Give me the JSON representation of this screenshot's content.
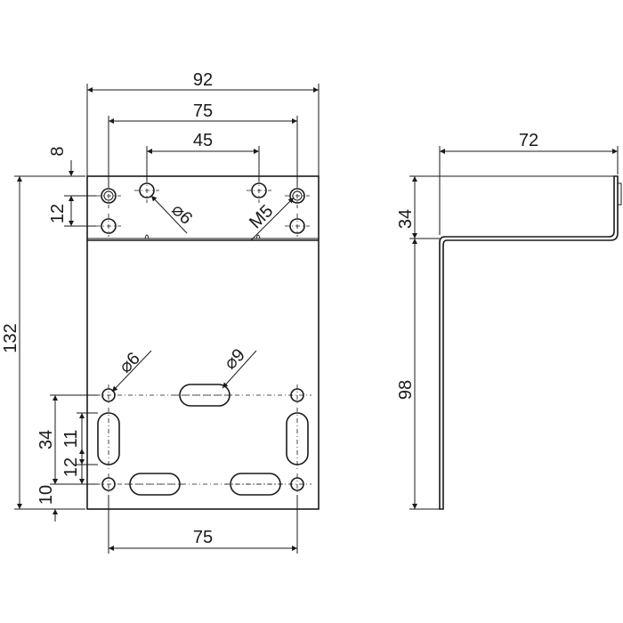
{
  "front_view": {
    "width_total": "92",
    "hole_spacing_top": "75",
    "hole_spacing_inner": "45",
    "top_offset": "8",
    "row_spacing": "12",
    "height_total": "132",
    "hole_dia_top": "⌀6",
    "thread_top": "M5",
    "hole_dia_lower": "⌀6",
    "slot_width": "⌀9",
    "slot_span": "34",
    "slot_length": "11",
    "slot_offset": "12",
    "bottom_offset": "10",
    "hole_spacing_bottom": "75"
  },
  "side_view": {
    "depth": "72",
    "flange_height": "34",
    "leg_height": "98"
  }
}
